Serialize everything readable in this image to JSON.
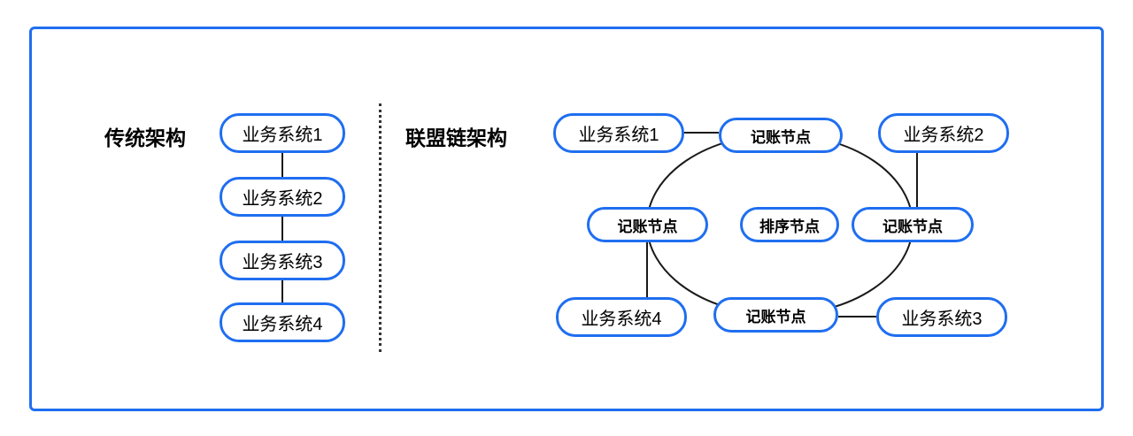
{
  "colors": {
    "accent": "#1f6ef0",
    "line": "#1a1a1a",
    "divider": "#333333"
  },
  "left_section": {
    "title": "传统架构",
    "nodes": [
      "业务系统1",
      "业务系统2",
      "业务系统3",
      "业务系统4"
    ]
  },
  "right_section": {
    "title": "联盟链架构",
    "business_nodes": [
      "业务系统1",
      "业务系统2",
      "业务系统3",
      "业务系统4"
    ],
    "ledger_node_label": "记账节点",
    "orderer_node_label": "排序节点"
  }
}
